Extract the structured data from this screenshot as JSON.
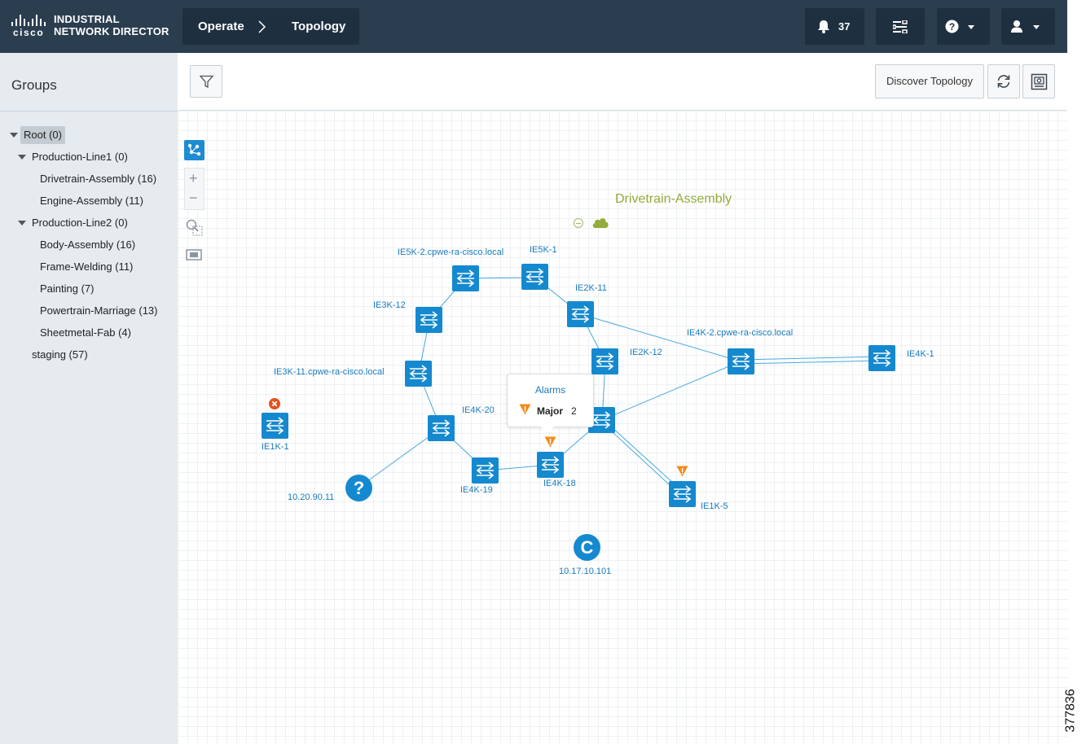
{
  "header": {
    "brand_name": "cisco",
    "product_name": "INDUSTRIAL NETWORK DIRECTOR",
    "breadcrumb": [
      "Operate",
      "Topology"
    ],
    "alarm_count": "37",
    "icons": [
      "bell-icon",
      "tasks-icon",
      "help-icon",
      "user-icon"
    ]
  },
  "sidebar": {
    "title": "Groups",
    "tree": [
      {
        "label": "Root (0)",
        "level": 0,
        "expanded": true,
        "selected": true
      },
      {
        "label": "Production-Line1 (0)",
        "level": 1,
        "expanded": true
      },
      {
        "label": "Drivetrain-Assembly (16)",
        "level": 2
      },
      {
        "label": "Engine-Assembly (11)",
        "level": 2
      },
      {
        "label": "Production-Line2 (0)",
        "level": 1,
        "expanded": true
      },
      {
        "label": "Body-Assembly (16)",
        "level": 2
      },
      {
        "label": "Frame-Welding (11)",
        "level": 2
      },
      {
        "label": "Painting (7)",
        "level": 2
      },
      {
        "label": "Powertrain-Marriage (13)",
        "level": 2
      },
      {
        "label": "Sheetmetal-Fab (4)",
        "level": 2
      },
      {
        "label": "staging (57)",
        "level": 1
      }
    ]
  },
  "toolbar": {
    "discover_label": "Discover Topology",
    "icons": [
      "filter-icon",
      "refresh-icon",
      "snapshot-icon"
    ]
  },
  "topology": {
    "group_title": "Drivetrain-Assembly",
    "nodes": [
      {
        "id": "ie5k2",
        "label": "IE5K-2.cpwe-ra-cisco.local"
      },
      {
        "id": "ie5k1",
        "label": "IE5K-1"
      },
      {
        "id": "ie2k11",
        "label": "IE2K-11"
      },
      {
        "id": "ie3k12",
        "label": "IE3K-12"
      },
      {
        "id": "ie2k12",
        "label": "IE2K-12"
      },
      {
        "id": "ie4k2",
        "label": "IE4K-2.cpwe-ra-cisco.local"
      },
      {
        "id": "ie4k1",
        "label": "IE4K-1"
      },
      {
        "id": "ie3k11",
        "label": "IE3K-11.cpwe-ra-cisco.local"
      },
      {
        "id": "ie4k20",
        "label": "IE4K-20"
      },
      {
        "id": "ie1k1",
        "label": "IE1K-1",
        "alarm": "critical"
      },
      {
        "id": "ie4k19",
        "label": "IE4K-19"
      },
      {
        "id": "ie4k18",
        "label": "IE4K-18",
        "alarm": "major"
      },
      {
        "id": "ie1k5",
        "label": "IE1K-5",
        "alarm": "major"
      },
      {
        "id": "center",
        "label": ""
      },
      {
        "id": "unknown",
        "label": "10.20.90.11",
        "type": "unknown"
      },
      {
        "id": "cloud",
        "label": "10.17.10.101",
        "type": "C"
      }
    ],
    "popup": {
      "title": "Alarms",
      "severity": "Major",
      "count": "2"
    }
  },
  "figure_code": "377836"
}
